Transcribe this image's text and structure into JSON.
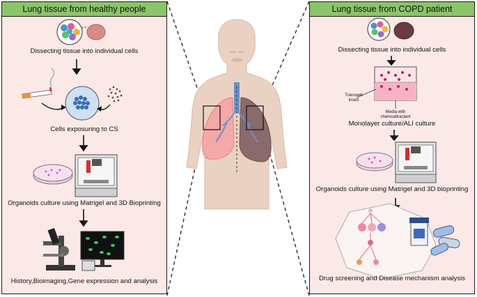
{
  "left_panel": {
    "title": "Lung tissue from healthy people",
    "steps": [
      "Dissecting tissue into individual cells",
      "Cells exposuring to CS",
      "Organoids culture using Matrigel and 3D Bioprinting",
      "History,Bioimaging,Gene expression and analysis"
    ]
  },
  "right_panel": {
    "title": "Lung tissue from COPD patient",
    "steps": [
      "Dissecting tissue into individual cells",
      "Monolayer culture/ALI culture",
      "Organoids culture using Matrigel and 3D bioprinting",
      "Drug screening and Disease mechanism analysis"
    ],
    "transwell_label": "Transwell insert",
    "media_label": "Media with chemoattractant"
  },
  "colors": {
    "header_green": "#8cc46a",
    "panel_pink": "#fbe9e8",
    "lung_healthy": "#f4a9a8",
    "lung_copd": "#8b6a6b",
    "trachea": "#6d8fc9",
    "skin": "#ead2c2"
  }
}
